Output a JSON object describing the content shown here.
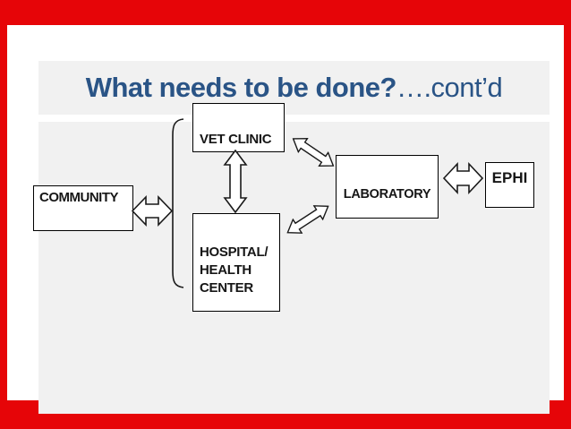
{
  "slide": {
    "title_bold": "What needs to be done?",
    "title_suffix": "….cont’d",
    "colors": {
      "frame_red": "#e60508",
      "slide_white": "#ffffff",
      "panel_gray": "#f1f1f1",
      "title_blue": "#2a5486",
      "box_border": "#000000",
      "box_fill": "#ffffff",
      "text_black": "#161616"
    }
  },
  "diagram": {
    "nodes": [
      {
        "id": "community",
        "label": "COMMUNITY"
      },
      {
        "id": "vet-clinic",
        "label": "VET CLINIC"
      },
      {
        "id": "hospital-health-center",
        "label": "HOSPITAL/ HEALTH CENTER",
        "lines": [
          "HOSPITAL/",
          "HEALTH",
          "CENTER"
        ]
      },
      {
        "id": "laboratory",
        "label": "LABORATORY"
      },
      {
        "id": "ephi",
        "label": "EPHI"
      }
    ],
    "connections": [
      {
        "from": "community",
        "to": "vet-clinic & hospital-health-center (bracket group)",
        "type": "double-headed-arrow"
      },
      {
        "from": "vet-clinic",
        "to": "hospital-health-center",
        "type": "double-headed-arrow"
      },
      {
        "from": "vet-clinic",
        "to": "laboratory",
        "type": "double-headed-arrow"
      },
      {
        "from": "hospital-health-center",
        "to": "laboratory",
        "type": "double-headed-arrow"
      },
      {
        "from": "laboratory",
        "to": "ephi",
        "type": "double-headed-arrow"
      }
    ],
    "grouping": {
      "shape": "left-bracket",
      "groups": [
        "vet-clinic",
        "hospital-health-center"
      ]
    }
  }
}
